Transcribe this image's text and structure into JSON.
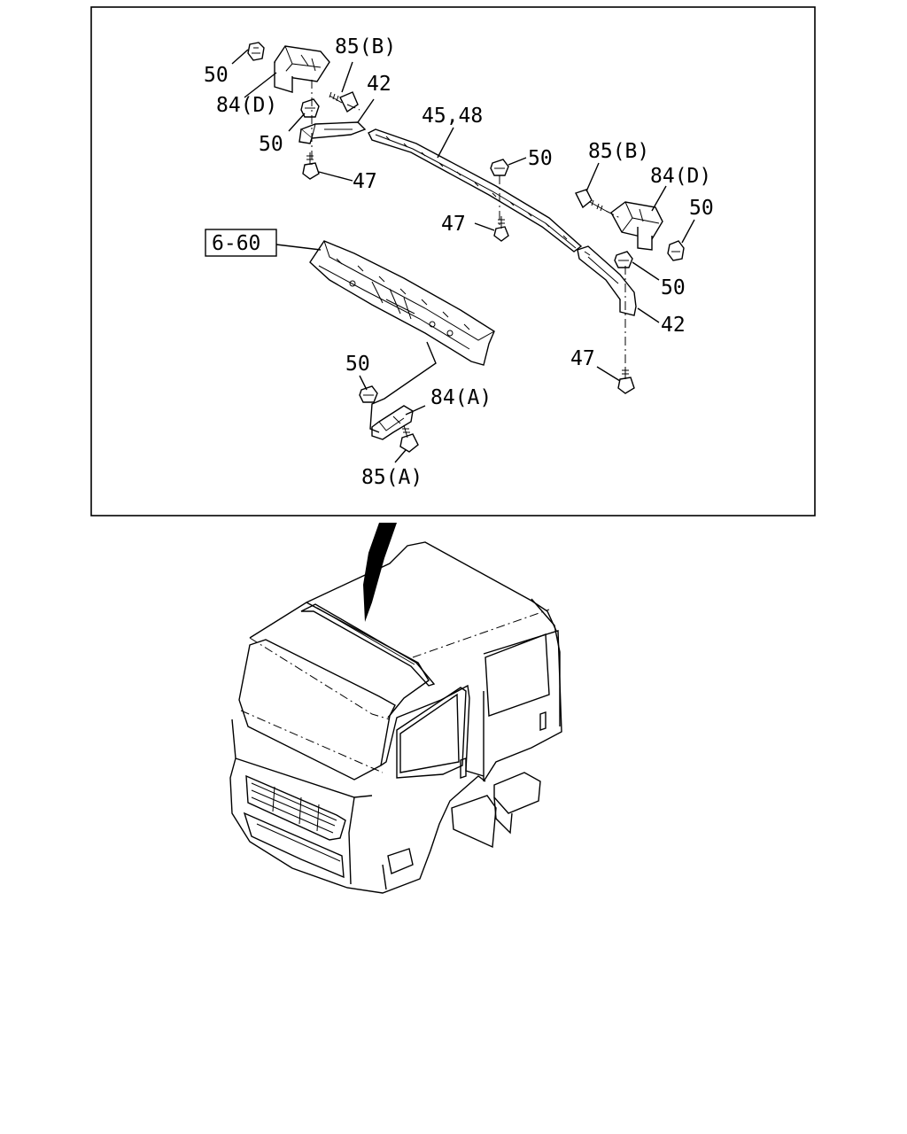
{
  "callouts": {
    "c50_tl": "50",
    "c84d_tl": "84(D)",
    "c85b_tl": "85(B)",
    "c42_tl": "42",
    "c50_mid": "50",
    "c47_tl": "47",
    "c4548": "45,48",
    "c50_center": "50",
    "c47_center": "47",
    "c85b_r": "85(B)",
    "c84d_r": "84(D)",
    "c50_r": "50",
    "c50_r2": "50",
    "c42_r": "42",
    "c47_r": "47",
    "ref_box": "6-60",
    "c50_bl": "50",
    "c84a": "84(A)",
    "c85a": "85(A)"
  }
}
